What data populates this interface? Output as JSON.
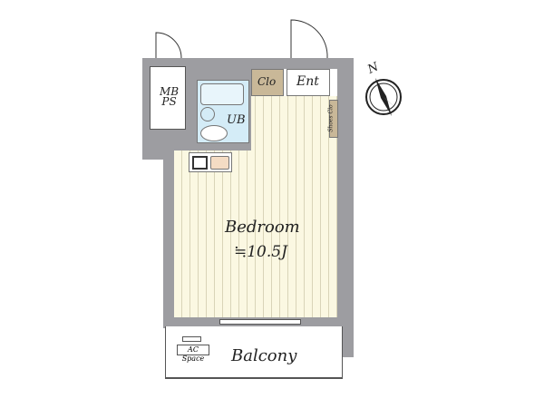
{
  "rooms": {
    "mbps_line1": "MB",
    "mbps_line2": "PS",
    "closet": "Clo",
    "entrance": "Ent",
    "bath": "UB",
    "shoes_closet": "Shoes Clo",
    "bedroom": "Bedroom",
    "bedroom_size": "≒10.5J",
    "balcony": "Balcony",
    "ac_space": "AC Space"
  },
  "compass": {
    "label": "N"
  },
  "colors": {
    "wall": "#9d9da1",
    "bath": "#d4ecf7",
    "closet": "#c9b898",
    "floor": "#fbf8e2"
  }
}
